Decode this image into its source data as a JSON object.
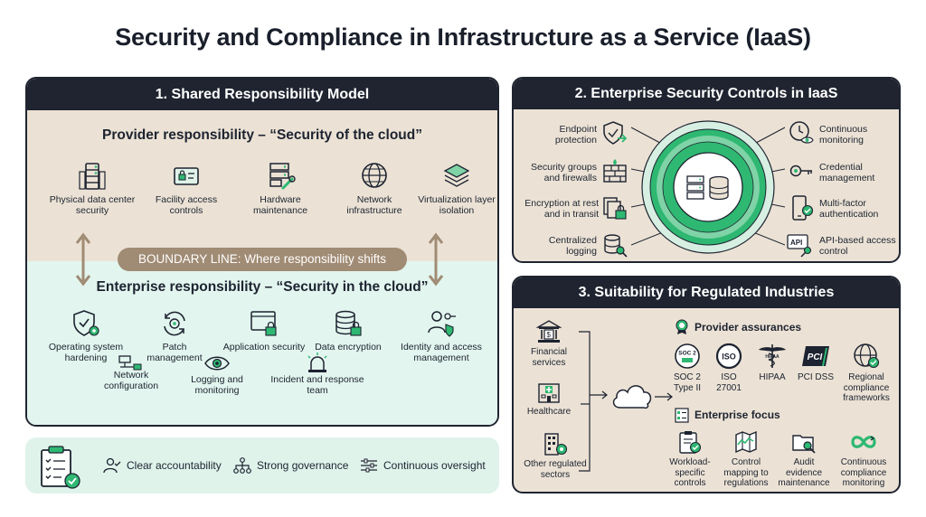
{
  "title": "Security and Compliance in Infrastructure as a Service (IaaS)",
  "panel1": {
    "heading": "1. Shared Responsibility Model",
    "provider_title": "Provider responsibility – “Security of the cloud”",
    "provider_items": [
      {
        "label": "Physical data center security",
        "icon": "server-rack-icon"
      },
      {
        "label": "Facility access controls",
        "icon": "badge-lock-icon"
      },
      {
        "label": "Hardware maintenance",
        "icon": "server-wrench-icon"
      },
      {
        "label": "Network infrastructure",
        "icon": "globe-icon"
      },
      {
        "label": "Virtualization layer isolation",
        "icon": "layers-icon"
      }
    ],
    "boundary": "BOUNDARY LINE: Where responsibility shifts",
    "enterprise_title": "Enterprise responsibility – “Security in the cloud”",
    "enterprise_items": [
      {
        "label": "Operating system hardening",
        "icon": "shield-gear-icon"
      },
      {
        "label": "Patch management",
        "icon": "refresh-gear-icon"
      },
      {
        "label": "Application security",
        "icon": "window-lock-icon"
      },
      {
        "label": "Data encryption",
        "icon": "database-lock-icon"
      },
      {
        "label": "Identity and access management",
        "icon": "user-key-icon"
      },
      {
        "label": "Network configuration",
        "icon": "network-icon"
      },
      {
        "label": "Logging and monitoring",
        "icon": "eye-icon"
      },
      {
        "label": "Incident and response team",
        "icon": "alarm-icon"
      }
    ]
  },
  "strip": {
    "items": [
      {
        "label": "Clear accountability",
        "icon": "person-check-icon"
      },
      {
        "label": "Strong governance",
        "icon": "hierarchy-icon"
      },
      {
        "label": "Continuous oversight",
        "icon": "sliders-icon"
      }
    ]
  },
  "panel2": {
    "heading": "2. Enterprise Security Controls in IaaS",
    "left": [
      {
        "label": "Endpoint protection",
        "icon": "shield-arrow-icon"
      },
      {
        "label": "Security groups and firewalls",
        "icon": "firewall-icon"
      },
      {
        "label": "Encryption at rest and in transit",
        "icon": "lock-files-icon"
      },
      {
        "label": "Centralized logging",
        "icon": "database-search-icon"
      }
    ],
    "right": [
      {
        "label": "Continuous monitoring",
        "icon": "clock-eye-icon"
      },
      {
        "label": "Credential management",
        "icon": "key-icon"
      },
      {
        "label": "Multi-factor authentication",
        "icon": "phone-check-icon"
      },
      {
        "label": "API-based access control",
        "icon": "api-key-icon"
      }
    ]
  },
  "panel3": {
    "heading": "3. Suitability for Regulated Industries",
    "industries": [
      {
        "label": "Financial services",
        "icon": "bank-icon"
      },
      {
        "label": "Healthcare",
        "icon": "hospital-icon"
      },
      {
        "label": "Other regulated sectors",
        "icon": "building-gear-icon"
      }
    ],
    "provider_assurances": "Provider assurances",
    "certs": [
      {
        "label": "SOC 2 Type II",
        "badge": "SOC 2"
      },
      {
        "label": "ISO 27001",
        "badge": "ISO"
      },
      {
        "label": "HIPAA",
        "badge": "HIPAA"
      },
      {
        "label": "PCI DSS",
        "badge": "PCI"
      },
      {
        "label": "Regional compliance frameworks",
        "badge": ""
      }
    ],
    "enterprise_focus": "Enterprise focus",
    "focus": [
      {
        "label": "Workload-specific controls",
        "icon": "clipboard-check-icon"
      },
      {
        "label": "Control mapping to regulations",
        "icon": "map-icon"
      },
      {
        "label": "Audit evidence maintenance",
        "icon": "folder-search-icon"
      },
      {
        "label": "Continuous compliance monitoring",
        "icon": "infinity-icon"
      }
    ]
  },
  "colors": {
    "dark": "#1f2430",
    "beige": "#ebe2d5",
    "mint": "#e2f5ee",
    "accent": "#2eb872",
    "boundary": "#a08b74"
  }
}
